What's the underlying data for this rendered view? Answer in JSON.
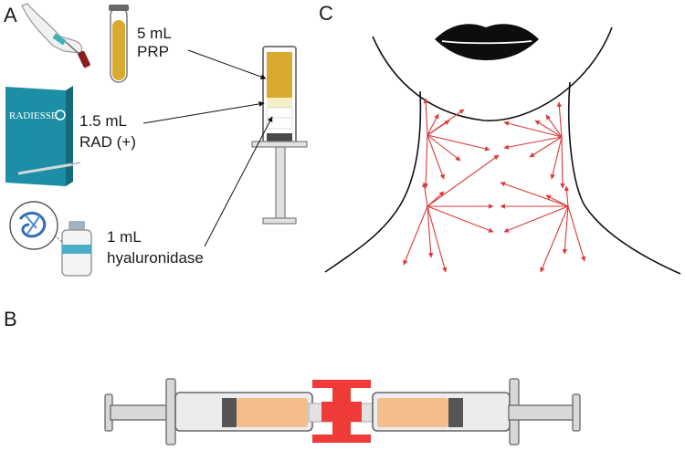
{
  "panels": {
    "a": "A",
    "b": "B",
    "c": "C"
  },
  "panel_a": {
    "prp_volume": "5 mL",
    "prp_name": "PRP",
    "rad_volume": "1.5 mL",
    "rad_name": "RAD (+)",
    "hya_volume": "1 mL",
    "hya_name": "hyaluronidase",
    "box_brand": "RADIESSE"
  },
  "colors": {
    "prp": "#d9a930",
    "rad": "#f4efc4",
    "mix": "#f3bd8e",
    "connector": "#f03a37",
    "vector": "#d93a3a",
    "box": "#1c8fa6"
  }
}
